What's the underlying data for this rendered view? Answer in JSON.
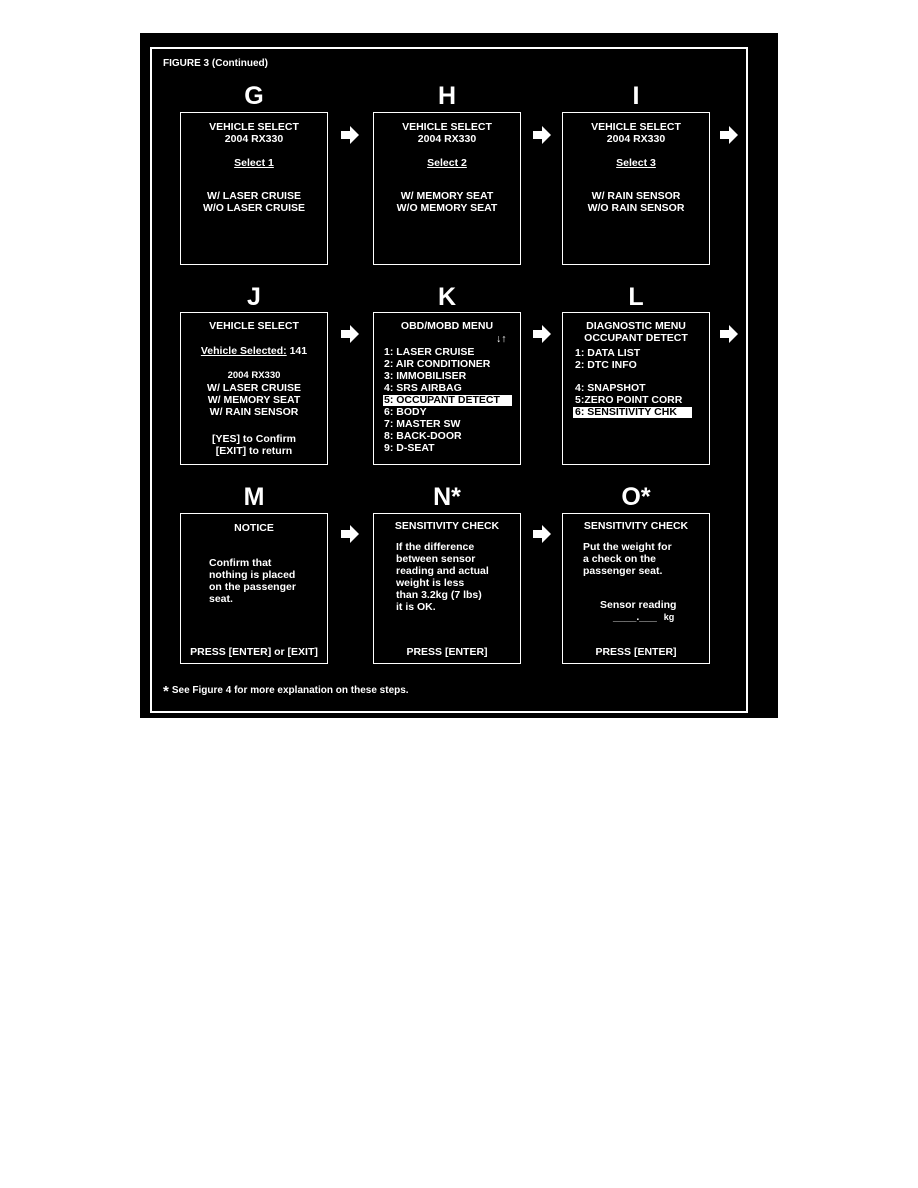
{
  "figure_title": "FIGURE 3 (Continued)",
  "footnote": {
    "star": "*",
    "text": "See Figure 4 for more explanation on these steps."
  },
  "colors": {
    "background": "#000000",
    "foreground": "#ffffff",
    "highlight_text": "#000000"
  },
  "steps": {
    "G": {
      "letter": "G",
      "lines": [
        "VEHICLE SELECT",
        "2004 RX330",
        "Select 1",
        "W/ LASER CRUISE",
        "W/O LASER CRUISE"
      ]
    },
    "H": {
      "letter": "H",
      "lines": [
        "VEHICLE SELECT",
        "2004 RX330",
        "Select 2",
        "W/ MEMORY SEAT",
        "W/O MEMORY SEAT"
      ]
    },
    "I": {
      "letter": "I",
      "lines": [
        "VEHICLE SELECT",
        "2004 RX330",
        "Select 3",
        "W/ RAIN SENSOR",
        "W/O RAIN SENSOR"
      ]
    },
    "J": {
      "letter": "J",
      "title": "VEHICLE SELECT",
      "selected_label": "Vehicle Selected:",
      "selected_value": "141",
      "lines": [
        "2004 RX330",
        "W/ LASER CRUISE",
        "W/ MEMORY SEAT",
        "W/ RAIN SENSOR",
        "[YES] to Confirm",
        "[EXIT] to return"
      ]
    },
    "K": {
      "letter": "K",
      "title": "OBD/MOBD MENU",
      "scroll_icon": "↓↑",
      "items": [
        "1:  LASER CRUISE",
        "2:  AIR CONDITIONER",
        "3:  IMMOBILISER",
        "4:  SRS AIRBAG",
        "5:  OCCUPANT DETECT",
        "6:  BODY",
        "7:  MASTER SW",
        "8:  BACK-DOOR",
        "9:  D-SEAT"
      ],
      "highlighted": "5:  OCCUPANT DETECT"
    },
    "L": {
      "letter": "L",
      "title1": "DIAGNOSTIC MENU",
      "title2": "OCCUPANT DETECT",
      "items": [
        "1:  DATA LIST",
        "2:  DTC INFO",
        "4:  SNAPSHOT",
        "5:ZERO POINT CORR",
        "6:  SENSITIVITY CHK"
      ],
      "highlighted": "6:  SENSITIVITY CHK"
    },
    "M": {
      "letter": "M",
      "title": "NOTICE",
      "body": [
        "Confirm that",
        "nothing is placed",
        "on the passenger",
        "seat."
      ],
      "footer": "PRESS [ENTER] or [EXIT]"
    },
    "N": {
      "letter": "N*",
      "title": "SENSITIVITY CHECK",
      "body": [
        "If the difference",
        "between sensor",
        "reading and actual",
        "weight is less",
        "than 3.2kg (7 lbs)",
        "it is OK."
      ],
      "footer": "PRESS [ENTER]"
    },
    "O": {
      "letter": "O*",
      "title": "SENSITIVITY CHECK",
      "body": [
        "Put the weight for",
        "a check on the",
        "passenger seat."
      ],
      "reading_label": "Sensor reading",
      "reading_value": "____.___",
      "reading_unit": "kg",
      "footer": "PRESS [ENTER]"
    }
  },
  "icons": {
    "flow_arrow": "right-arrow-icon",
    "footnote_marker": "asterisk"
  }
}
